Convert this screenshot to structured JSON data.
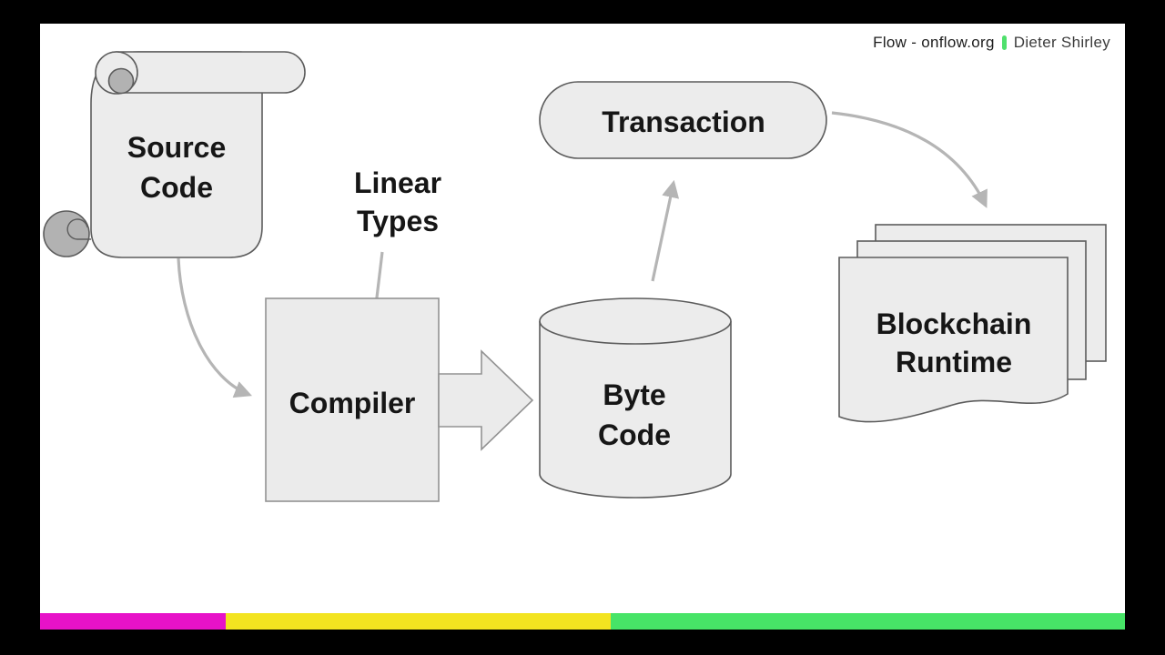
{
  "header": {
    "left": "Flow - onflow.org",
    "right": "Dieter Shirley"
  },
  "colors": {
    "credit_separator": "#4fe06c",
    "bar_magenta": "#e712c8",
    "bar_yellow": "#f3e420",
    "bar_green": "#47e467",
    "shape_fill": "#ececec",
    "shape_border": "#5c5c5c",
    "arrow_gray": "#b5b5b5"
  },
  "diagram": {
    "source_code": {
      "line1": "Source",
      "line2": "Code",
      "shape": "scroll"
    },
    "linear_types": {
      "line1": "Linear",
      "line2": "Types",
      "shape": "text-annotation"
    },
    "compiler": {
      "label": "Compiler",
      "shape": "rectangle"
    },
    "byte_code": {
      "line1": "Byte",
      "line2": "Code",
      "shape": "cylinder"
    },
    "transaction": {
      "label": "Transaction",
      "shape": "pill"
    },
    "blockchain_runtime": {
      "line1": "Blockchain",
      "line2": "Runtime",
      "shape": "stacked-documents"
    },
    "edges": [
      {
        "from": "source_code",
        "to": "compiler",
        "style": "curved-arrow"
      },
      {
        "from": "linear_types",
        "to": "compiler",
        "style": "straight-arrow"
      },
      {
        "from": "compiler",
        "to": "byte_code",
        "style": "block-arrow"
      },
      {
        "from": "byte_code",
        "to": "transaction",
        "style": "straight-arrow"
      },
      {
        "from": "transaction",
        "to": "blockchain_runtime",
        "style": "curved-arrow"
      }
    ]
  }
}
